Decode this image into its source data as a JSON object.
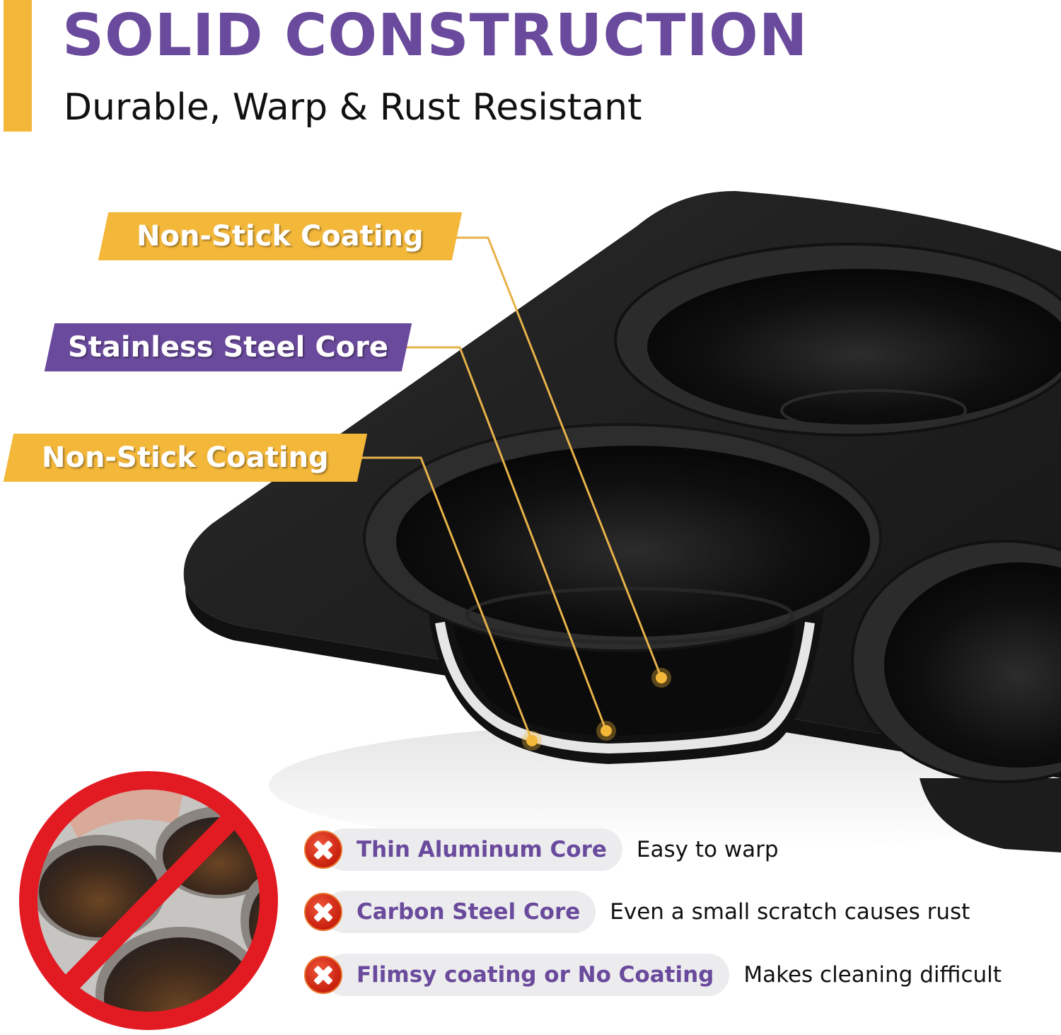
{
  "header": {
    "title": "SOLID CONSTRUCTION",
    "subtitle": "Durable, Warp & Rust Resistant"
  },
  "callouts": [
    {
      "label": "Non-Stick Coating",
      "color": "#f3b73a",
      "icon": "leader-line"
    },
    {
      "label": "Stainless Steel Core",
      "color": "#6a4a9c",
      "icon": "leader-line"
    },
    {
      "label": "Non-Stick Coating",
      "color": "#f3b73a",
      "icon": "leader-line"
    }
  ],
  "comparison": {
    "icon": "x-circle-icon",
    "items": [
      {
        "label": "Thin Aluminum Core",
        "note": "Easy to warp"
      },
      {
        "label": "Carbon Steel Core",
        "note": "Even a small scratch causes rust"
      },
      {
        "label": "Flimsy coating or No Coating",
        "note": "Makes cleaning difficult"
      }
    ]
  },
  "prohibited_image": {
    "icon": "no-sign-icon",
    "subject": "rusty muffin pan"
  },
  "colors": {
    "purple": "#6a4a9c",
    "yellow": "#f3b73a",
    "red": "#e21b23",
    "pan": "#1e1e1e"
  }
}
